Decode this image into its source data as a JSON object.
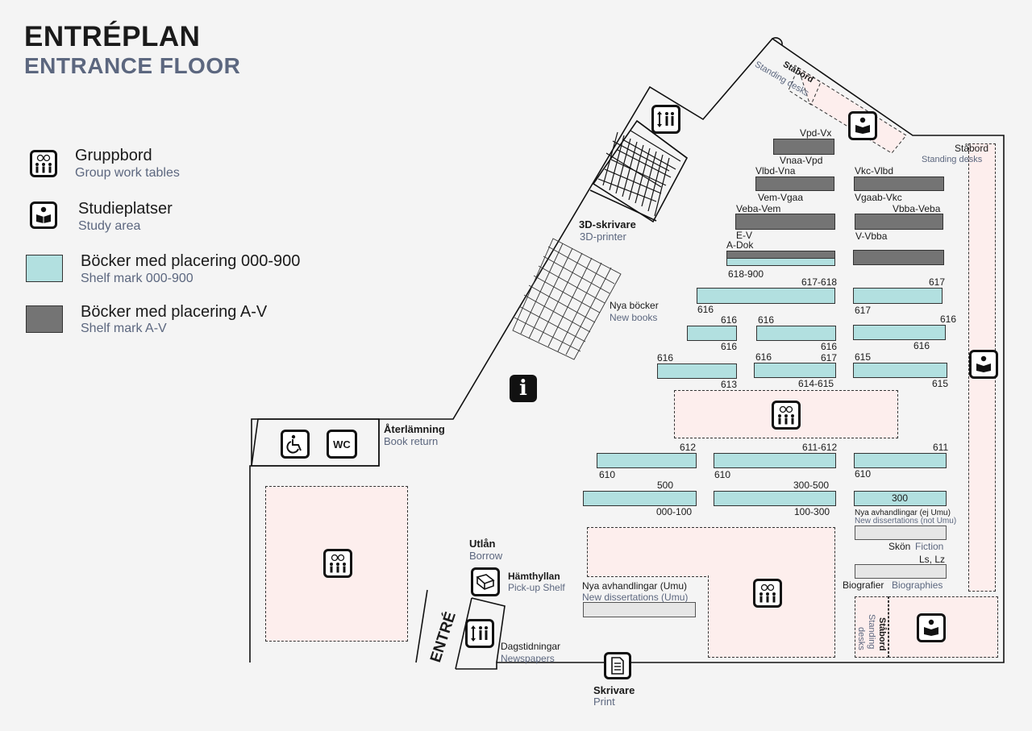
{
  "header": {
    "title_sv": "ENTRÉPLAN",
    "title_en": "ENTRANCE FLOOR"
  },
  "colors": {
    "teal": "#b2e0e0",
    "grey": "#747474",
    "zone": "#fdeeed",
    "muted_text": "#5c677f"
  },
  "legend": [
    {
      "sv": "Gruppbord",
      "en": "Group work tables",
      "icon": "group-table-icon"
    },
    {
      "sv": "Studieplatser",
      "en": "Study area",
      "icon": "study-area-icon"
    },
    {
      "sv": "Böcker med placering 000-900",
      "en": "Shelf mark 000-900",
      "icon": "teal-swatch"
    },
    {
      "sv": "Böcker med placering A-V",
      "en": "Shelf mark A-V",
      "icon": "grey-swatch"
    }
  ],
  "places": {
    "standing1_sv": "Ståbord",
    "standing1_en": "Standing desks",
    "standing2_sv": "Ståbord",
    "standing2_en": "Standing desks",
    "standing3_sv": "Ståbord",
    "standing3_en1": "Standing",
    "standing3_en2": "desks",
    "printer3d_sv": "3D-skrivare",
    "printer3d_en": "3D-printer",
    "newbooks_sv": "Nya böcker",
    "newbooks_en": "New books",
    "return_sv": "Återlämning",
    "return_en": "Book return",
    "borrow_sv": "Utlån",
    "borrow_en": "Borrow",
    "pickup_sv": "Hämthyllan",
    "pickup_en": "Pick-up Shelf",
    "entrance": "ENTRÉ",
    "newspapers_sv": "Dagstidningar",
    "newspapers_en": "Newspapers",
    "print_sv": "Skrivare",
    "print_en": "Print",
    "diss_umu_sv": "Nya avhandlingar (Umu)",
    "diss_umu_en": "New dissertations (Umu)",
    "diss_notumu_sv": "Nya avhandlingar (ej Umu)",
    "diss_notumu_en": "New dissertations (not Umu)",
    "fiction_sv": "Skön",
    "fiction_en": "Fiction",
    "bio_sv": "Biografier",
    "bio_en": "Biographies",
    "ls_lz": "Ls, Lz",
    "wc": "WC",
    "info": "i"
  },
  "shelf_labels": {
    "vpd_vx": "Vpd-Vx",
    "vnaa_vpd": "Vnaa-Vpd",
    "vlbd_vna": "Vlbd-Vna",
    "vkc_vlbd": "Vkc-Vlbd",
    "vem_vgaa": "Vem-Vgaa",
    "vgaab_vkc": "Vgaab-Vkc",
    "veba_vem": "Veba-Vem",
    "vbba_veba": "Vbba-Veba",
    "e_v": "E-V",
    "v_vbba": "V-Vbba",
    "a_dok": "A-Dok",
    "n618_900": "618-900",
    "n617_618": "617-618",
    "n617a": "617",
    "n616a": "616",
    "n617b": "617",
    "n616b": "616",
    "n616c": "616",
    "n616d": "616",
    "n616e": "616",
    "n616f": "616",
    "n616g": "616",
    "n616h": "616",
    "n616i": "616",
    "n617c": "617",
    "n615a": "615",
    "n613": "613",
    "n614_615": "614-615",
    "n615b": "615",
    "n612": "612",
    "n611_612": "611-612",
    "n611": "611",
    "n610a": "610",
    "n610b": "610",
    "n610c": "610",
    "n500": "500",
    "n300_500": "300-500",
    "n300": "300",
    "n000_100": "000-100",
    "n100_300": "100-300"
  }
}
